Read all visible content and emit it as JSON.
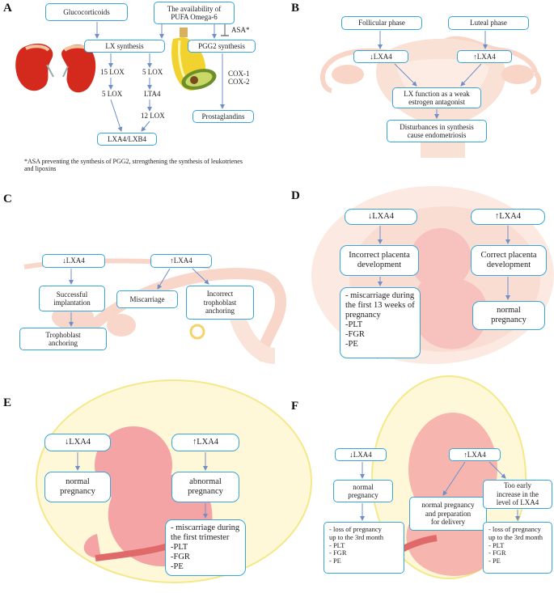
{
  "panels": {
    "a": {
      "label": "A",
      "glucocorticoids": "Glucocorticoids",
      "pufa": "The availability of\nPUFA Omega-6",
      "asa": "ASA*",
      "lx_synthesis": "LX synthesis",
      "pgg2_synthesis": "PGG2 synthesis",
      "lox15": "15 LOX",
      "lox5_right": "5 LOX",
      "lox5_left": "5 LOX",
      "lta4": "LTA4",
      "lox12": "12 LOX",
      "cox": "COX-1\nCOX-2",
      "prostaglandins": "Prostaglandins",
      "lxa4_lxb4": "LXA4/LXB4",
      "footnote": "*ASA preventing the synthesis of PGG2, strengthening the synthesis of leukotrienes\nand lipoxins"
    },
    "b": {
      "label": "B",
      "follicular": "Follicular phase",
      "luteal": "Luteal phase",
      "down_lxa4": "↓LXA4",
      "up_lxa4": "↑LXA4",
      "lx_function": "LX function as a weak\nestrogen antagonist",
      "disturbances": "Disturbances in synthesis\ncause endometriosis"
    },
    "c": {
      "label": "C",
      "down_lxa4": "↓LXA4",
      "up_lxa4": "↑LXA4",
      "successful": "Successful\nimplantation",
      "miscarriage": "Miscarriage",
      "incorrect_anchoring": "Incorrect\ntrophoblast\nanchoring",
      "trophoblast": "Trophoblast\nanchoring"
    },
    "d": {
      "label": "D",
      "down_lxa4": "↓LXA4",
      "up_lxa4": "↑LXA4",
      "incorrect_placenta": "Incorrect placenta\ndevelopment",
      "correct_placenta": "Correct placenta\ndevelopment",
      "miscarriage_list": "- miscarriage during\nthe first 13 weeks of\npregnancy\n-PLT\n-FGR\n-PE",
      "normal": "normal\npregnancy"
    },
    "e": {
      "label": "E",
      "down_lxa4": "↓LXA4",
      "up_lxa4": "↑LXA4",
      "normal": "normal\npregnancy",
      "abnormal": "abnormal\npregnancy",
      "miscarriage_list": "- miscarriage during\nthe first trimester\n-PLT\n-FGR\n-PE"
    },
    "f": {
      "label": "F",
      "down_lxa4": "↓LXA4",
      "up_lxa4": "↑LXA4",
      "normal": "normal\npregnancy",
      "normal_prep": "normal pregnancy\nand preparation\nfor delivery",
      "too_early": "Too early\nincrease in the\nlevel of LXA4",
      "loss_left": "- loss of pregnancy\nup to the 3rd month\n- PLT\n- FGR\n- PE",
      "loss_right": "- loss of pregnancy\nup to the 3rd month\n- PLT\n- FGR\n- PE"
    }
  },
  "colors": {
    "box_border": "#3aa6d8",
    "arrow": "#6f8fc8",
    "uterus": "#f6c7b4",
    "fetus": "#f08a8a",
    "kidney": "#d42a1e",
    "lemon": "#f2d22e",
    "avocado": "#6b8f2a"
  }
}
